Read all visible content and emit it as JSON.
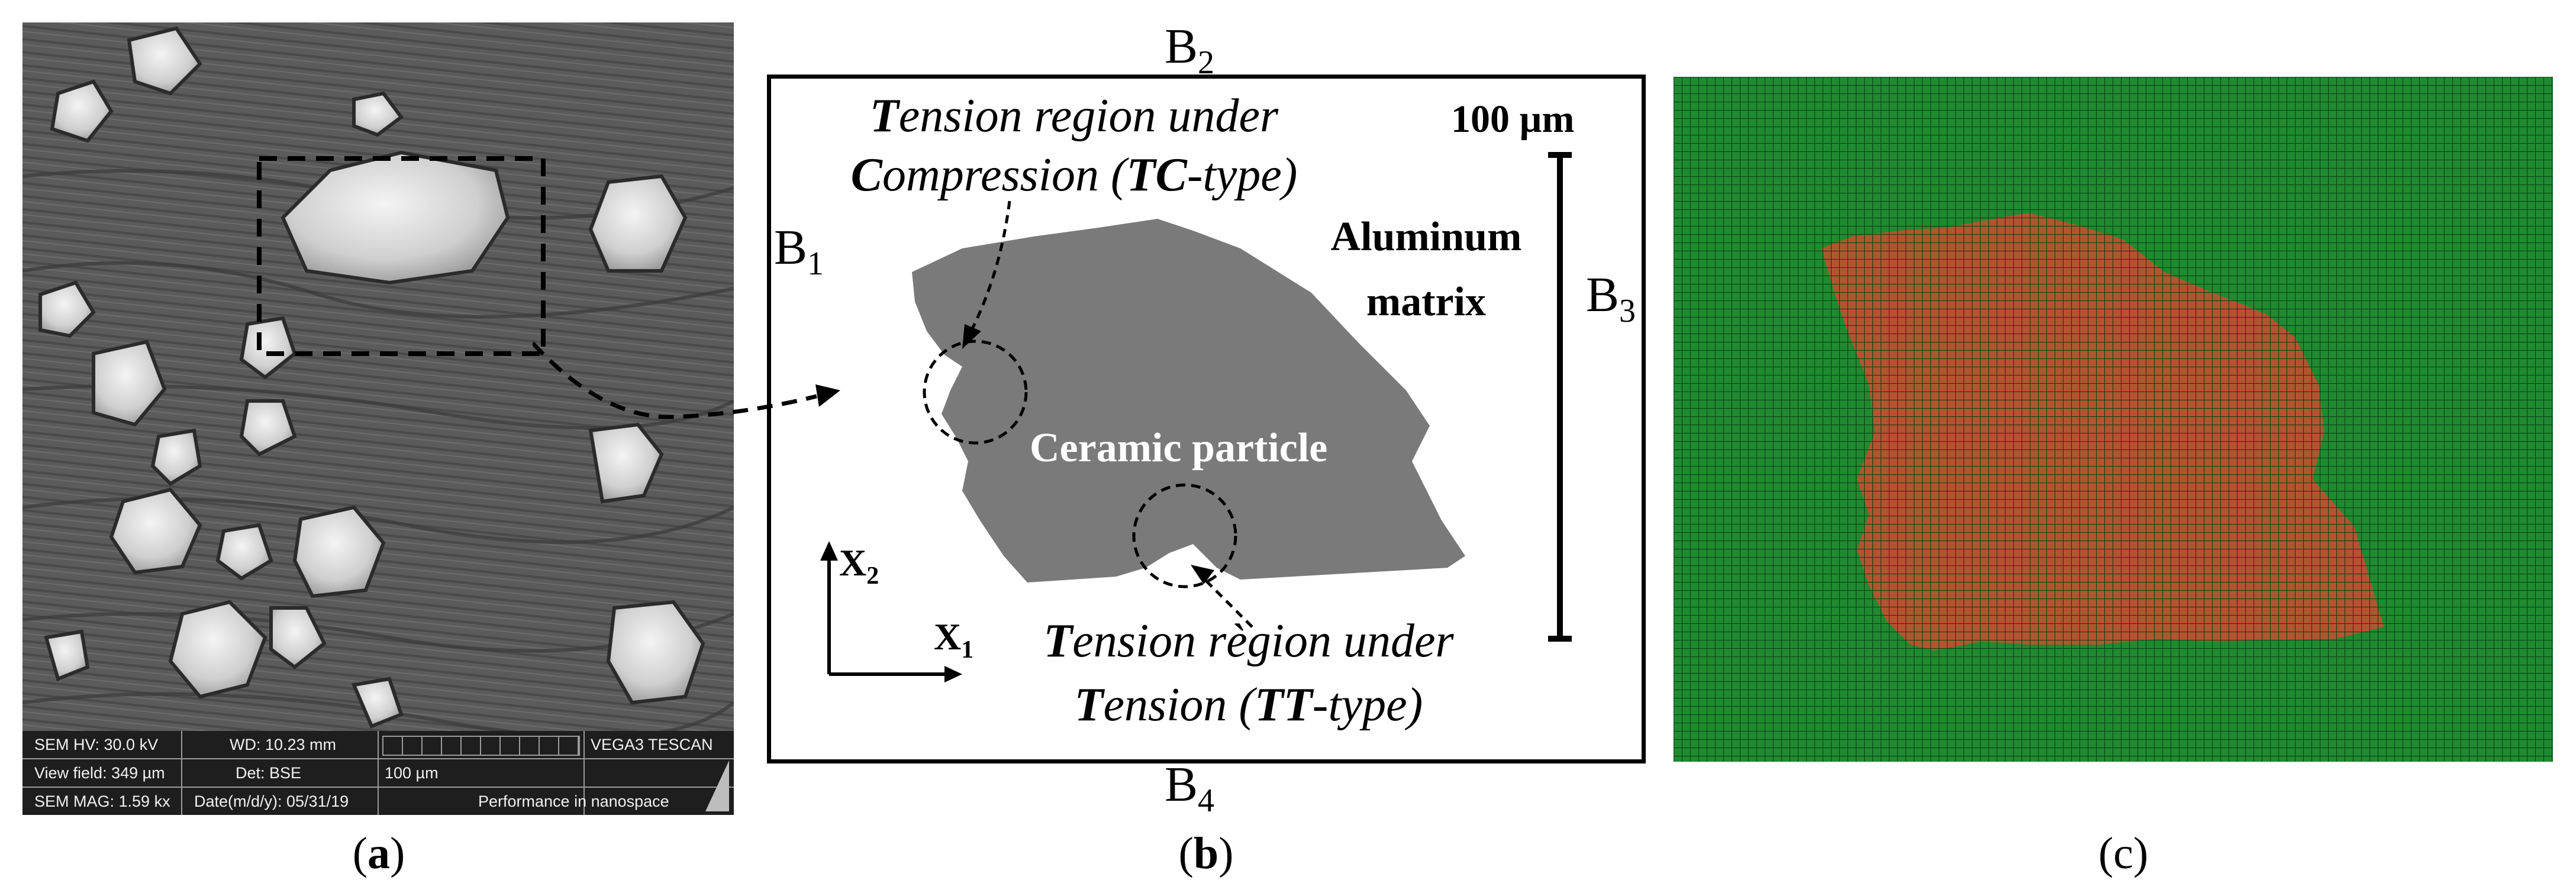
{
  "panel_a": {
    "sem_info": {
      "row1": [
        "SEM HV: 30.0 kV",
        "WD: 10.23 mm",
        "",
        "VEGA3 TESCAN"
      ],
      "row2": [
        "View field: 349 µm",
        "Det: BSE",
        "100 µm",
        ""
      ],
      "row3": [
        "SEM MAG: 1.59 kx",
        "Date(m/d/y): 05/31/19",
        "",
        "Performance in nanospace"
      ]
    },
    "caption_letter": "a"
  },
  "panel_b": {
    "boundary_labels": {
      "b1": "B",
      "b1_sub": "1",
      "b2": "B",
      "b2_sub": "2",
      "b3": "B",
      "b3_sub": "3",
      "b4": "B",
      "b4_sub": "4"
    },
    "scale_bar_label": "100 µm",
    "matrix_label_line1": "Aluminum",
    "matrix_label_line2": "matrix",
    "particle_label": "Ceramic particle",
    "tc_label": {
      "line1_bold": "T",
      "line1_rest": "ension region under",
      "line2_bold1": "C",
      "line2_rest1": "ompression (",
      "line2_bold2": "TC",
      "line2_rest2": "-type)"
    },
    "tt_label": {
      "line1_bold": "T",
      "line1_rest": "ension règion under",
      "line2_bold1": "T",
      "line2_rest1": "ension (",
      "line2_bold2": "TT",
      "line2_rest2": "-type)"
    },
    "axis_x": "X",
    "axis_x_sub": "1",
    "axis_y": "X",
    "axis_y_sub": "2",
    "caption_letter": "b"
  },
  "panel_c": {
    "caption_letter": "c",
    "colors": {
      "matrix_mesh": "#1f8a2f",
      "particle_mesh": "#b0552f",
      "grid_line": "#0b3d14"
    }
  },
  "colors": {
    "particle_fill": "#7a7a7a",
    "sem_background": "#5a5a5a"
  }
}
